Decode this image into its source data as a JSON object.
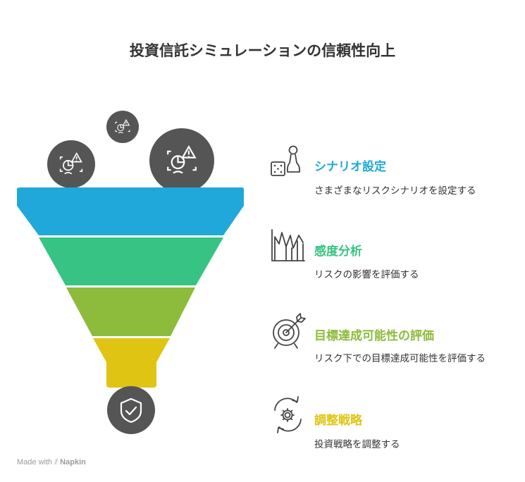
{
  "title": "投資信託シミュレーションの信頼性向上",
  "funnel": {
    "colors": [
      "#1fa8d9",
      "#37c383",
      "#8dbb3b",
      "#e0c414"
    ],
    "circle_color": "#555555",
    "inputs": [
      "risk-analysis-icon",
      "risk-analysis-icon",
      "risk-analysis-icon"
    ],
    "output_icon": "shield-check-icon"
  },
  "steps": [
    {
      "title": "シナリオ設定",
      "description": "さまざまなリスクシナリオを設定する",
      "color": "#1fa8d9",
      "icon": "dice-pawn-icon"
    },
    {
      "title": "感度分析",
      "description": "リスクの影響を評価する",
      "color": "#37c383",
      "icon": "chart-lines-icon"
    },
    {
      "title": "目標達成可能性の評価",
      "description": "リスク下での目標達成可能性を評価する",
      "color": "#8dbb3b",
      "icon": "target-arrow-icon"
    },
    {
      "title": "調整戦略",
      "description": "投資戦略を調整する",
      "color": "#e0c414",
      "icon": "gear-cycle-icon"
    }
  ],
  "footer": {
    "made_with": "Made with",
    "brand": "Napkin"
  }
}
